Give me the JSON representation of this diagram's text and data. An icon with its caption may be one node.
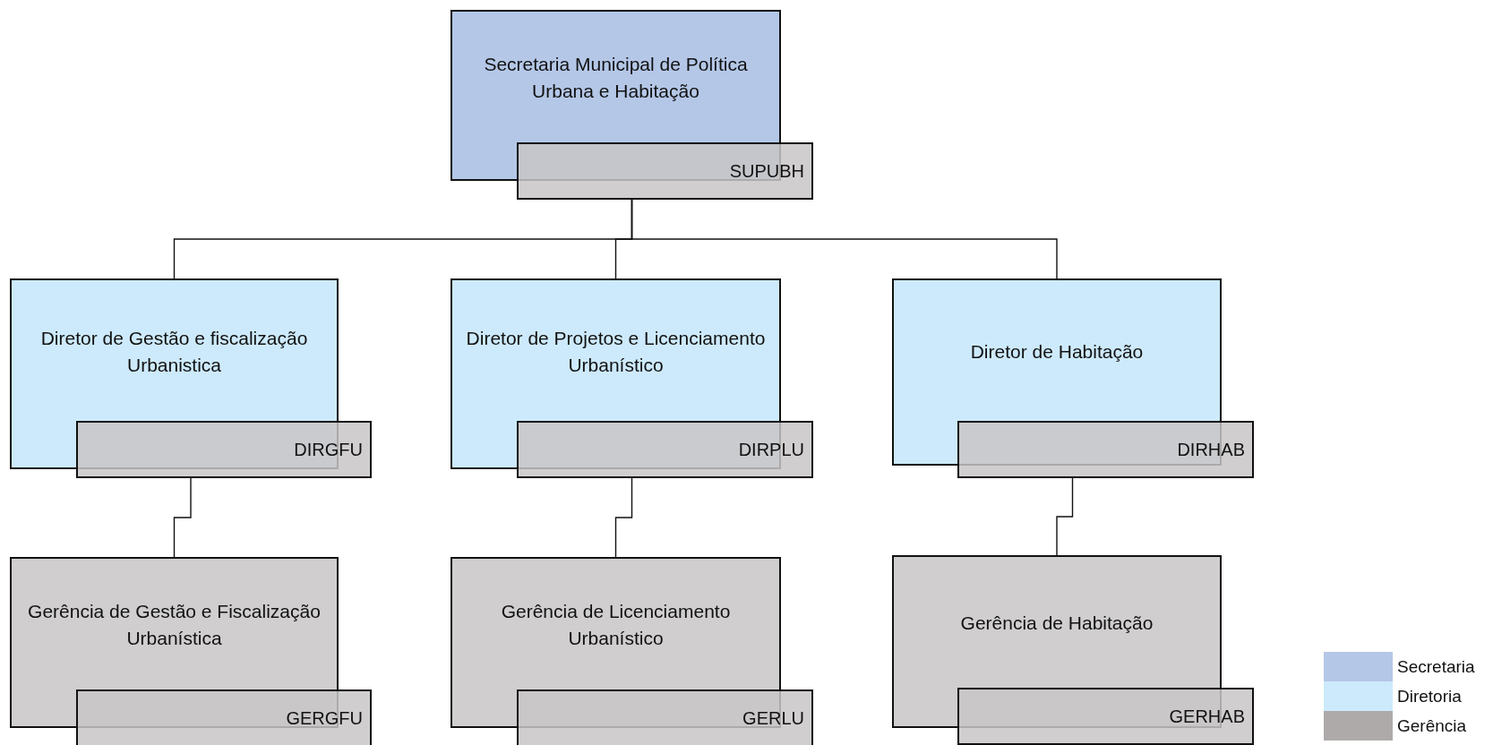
{
  "diagram": {
    "nodes": [
      {
        "text": [
          "Secretaria Municipal de Política Urbana e Habitação"
        ]
      },
      {
        "text": [
          "SUPUBH"
        ]
      },
      {
        "text": [
          "Diretor de Gestão e fiscalização Urbanistica"
        ]
      },
      {
        "text": [
          "DIRGFU"
        ]
      },
      {
        "text": [
          "Diretor de Projetos e Licenciamento Urbanístico"
        ]
      },
      {
        "text": [
          "DIRPLU"
        ]
      },
      {
        "text": [
          "Diretor de Habitação"
        ]
      },
      {
        "text": [
          "DIRHAB"
        ]
      },
      {
        "text": [
          "Gerência de Gestão e Fiscalização Urbanística"
        ]
      },
      {
        "text": [
          "GERGFU"
        ]
      },
      {
        "text": [
          "Gerência de Licenciamento Urbanístico"
        ]
      },
      {
        "text": [
          "GERLU"
        ]
      },
      {
        "text": [
          "Gerência de Habitação"
        ]
      },
      {
        "text": [
          "GERHAB"
        ]
      }
    ],
    "edges": [
      {
        "from": 1,
        "to": 2,
        "arrow": "none"
      },
      {
        "from": 1,
        "to": 4,
        "arrow": "none"
      },
      {
        "from": 1,
        "to": 6,
        "arrow": "none"
      },
      {
        "from": 3,
        "to": 8,
        "arrow": "none"
      },
      {
        "from": 5,
        "to": 10,
        "arrow": "none"
      },
      {
        "from": 7,
        "to": 12,
        "arrow": "none"
      }
    ],
    "legend": [
      {
        "text": "Secretaria",
        "color": "#b4c7e7"
      },
      {
        "text": "Diretoria",
        "color": "#cdeafc"
      },
      {
        "text": "Gerência",
        "color": "#aeaaaa"
      }
    ]
  }
}
